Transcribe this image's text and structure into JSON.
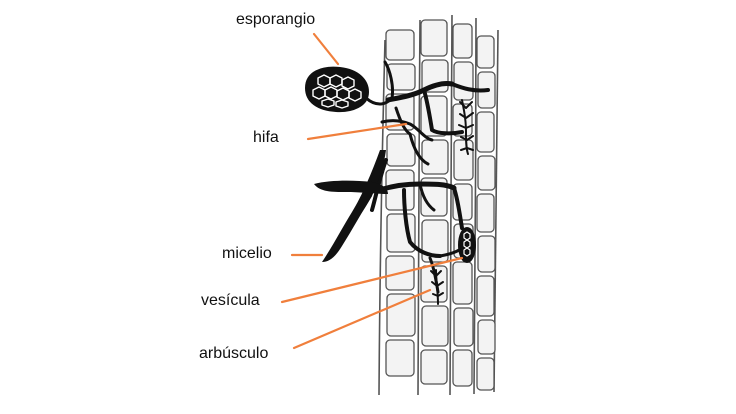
{
  "labels": {
    "sporangium": "esporangio",
    "hypha": "hifa",
    "mycelium": "micelio",
    "vesicle": "vesícula",
    "arbuscule": "arbúsculo"
  },
  "colors": {
    "leader_line": "#f07f3c",
    "outline": "#555555",
    "cell_fill": "#f3f3f3",
    "fungus": "#111111",
    "text": "#111111"
  }
}
